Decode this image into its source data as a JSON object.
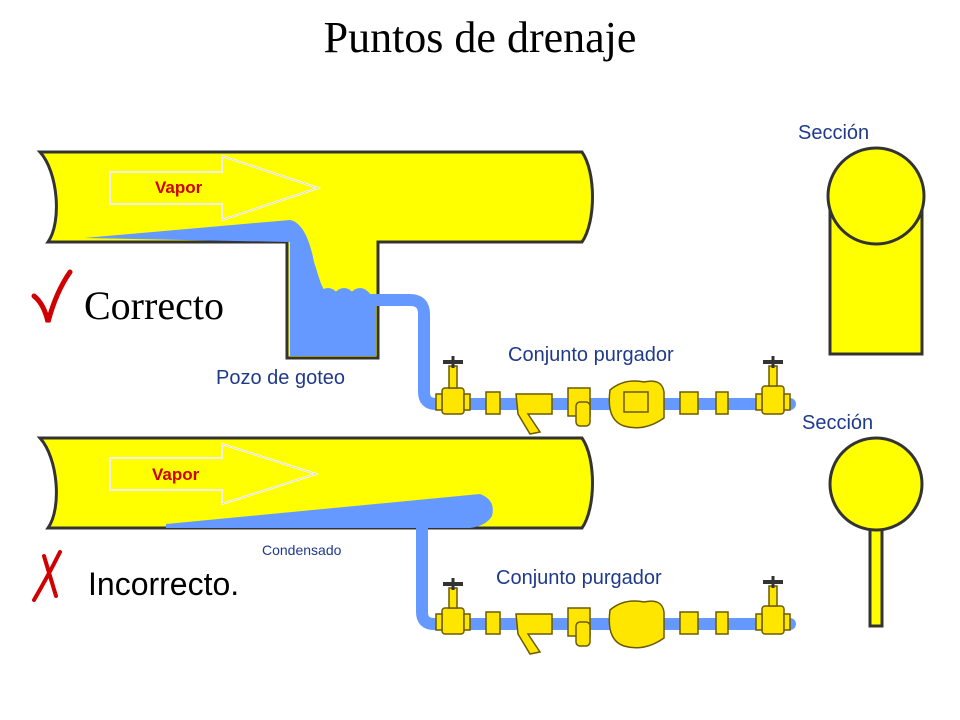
{
  "title": "Puntos de drenaje",
  "top": {
    "vapor_label": "Vapor",
    "verdict_mark": "✓",
    "verdict_label": "Correcto",
    "well_label": "Pozo de goteo",
    "trap_label": "Conjunto purgador",
    "section_label": "Sección"
  },
  "bottom": {
    "vapor_label": "Vapor",
    "verdict_mark": "✗",
    "verdict_label": "Incorrecto.",
    "condensate_label": "Condensado",
    "trap_label": "Conjunto purgador",
    "section_label": "Sección"
  },
  "colors": {
    "pipe": "#ffff00",
    "condensate": "#6699ff",
    "outline": "#333333",
    "vapor_text": "#d00000",
    "label_text": "#1f3a8a",
    "check": "#d00000"
  }
}
